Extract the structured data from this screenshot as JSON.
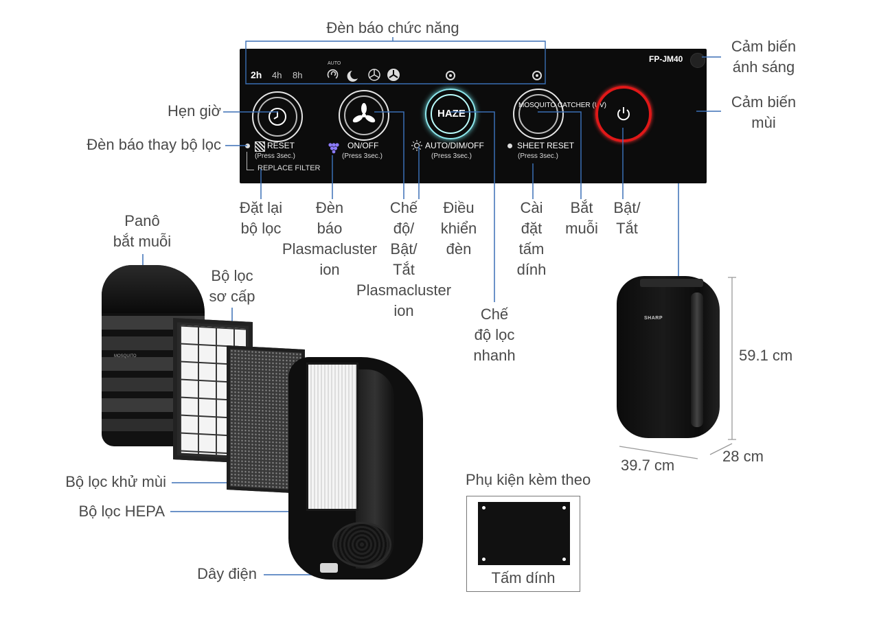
{
  "panel": {
    "model": "FP-JM40",
    "timer_2h": "2h",
    "timer_4h": "4h",
    "timer_8h": "8h",
    "auto_tag": "AUTO",
    "reset_label": "RESET",
    "reset_sub": "(Press 3sec.)",
    "replace_filter": "REPLACE\nFILTER",
    "onoff_label": "ON/OFF",
    "onoff_sub": "(Press 3sec.)",
    "haze_label": "HAZE",
    "auto_dim_label": "AUTO/DIM/OFF",
    "auto_dim_sub": "(Press 3sec.)",
    "mosquito_label": "MOSQUITO\nCATCHER\n(UV)",
    "sheet_reset_label": "SHEET RESET",
    "sheet_reset_sub": "(Press 3sec.)"
  },
  "labels": {
    "function_lights": "Đèn báo chức năng",
    "light_sensor": "Cảm biến\nánh sáng",
    "odor_sensor": "Cảm biến\nmùi",
    "timer": "Hẹn giờ",
    "filter_indicator": "Đèn báo thay bộ lọc",
    "reset_filter": "Đặt lại\nbộ lọc",
    "plasma_light": "Đèn\nbáo\nPlasmacluster\nion",
    "mode_onoff_plasma": "Chế\nđộ/\nBật/\nTắt\nPlasmacluster\nion",
    "light_control": "Điều\nkhiển\nđèn",
    "fast_mode": "Chế\nđộ lọc\nnhanh",
    "sheet_setting": "Cài\nđặt\ntấm\ndính",
    "mosquito_catch": "Bắt\nmuỗi",
    "power": "Bật/\nTắt",
    "mosquito_panel": "Panô\nbắt muỗi",
    "pre_filter": "Bộ lọc\nsơ cấp",
    "deodor_filter": "Bộ lọc khử mùi",
    "hepa_filter": "Bộ lọc HEPA",
    "power_cord": "Dây điện",
    "accessory_title": "Phụ kiện kèm theo",
    "sticky_sheet": "Tấm dính",
    "height": "59.1 cm",
    "width": "39.7 cm",
    "depth": "28 cm"
  },
  "colors": {
    "panel_bg": "#0c0c0c",
    "power_ring": "#e01818",
    "haze_ring": "#7fe3e8",
    "leader": "#3a6fb5",
    "plasma_icon": "#8c7cff"
  },
  "brand": {
    "logo": "SHARP",
    "small_logo": "MOSQUITO"
  }
}
